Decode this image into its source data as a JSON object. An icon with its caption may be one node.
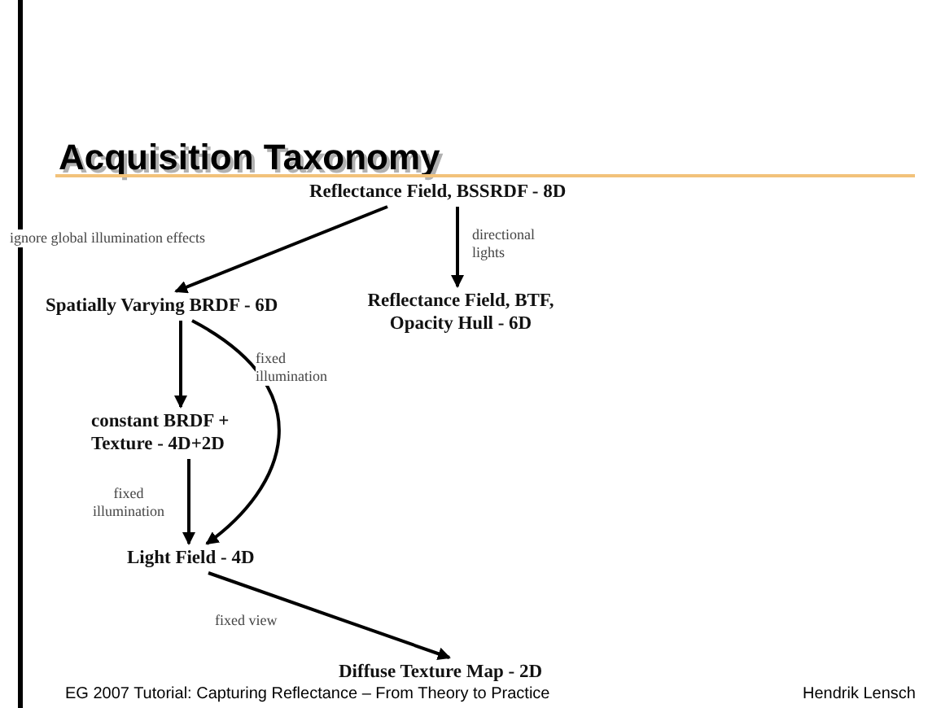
{
  "diagram": {
    "title": "Acquisition Taxonomy",
    "nodes": [
      {
        "text": [
          "Reflectance Field, BSSRDF - 8D"
        ]
      },
      {
        "text": [
          "Spatially Varying BRDF - 6D"
        ]
      },
      {
        "text": [
          "Reflectance Field, BTF, Opacity Hull - 6D"
        ]
      },
      {
        "text": [
          "constant BRDF + Texture - 4D+2D"
        ]
      },
      {
        "text": [
          "Light Field - 4D"
        ]
      },
      {
        "text": [
          "Diffuse Texture Map - 2D"
        ]
      }
    ],
    "edges": [
      {
        "from": 0,
        "to": 1,
        "arrow": "to",
        "label": "ignore global illumination effects"
      },
      {
        "from": 0,
        "to": 2,
        "arrow": "to",
        "label": "directional lights"
      },
      {
        "from": 1,
        "to": 3,
        "arrow": "to"
      },
      {
        "from": 1,
        "to": 4,
        "arrow": "to",
        "label": "fixed illumination"
      },
      {
        "from": 3,
        "to": 4,
        "arrow": "to",
        "label": "fixed illumination"
      },
      {
        "from": 4,
        "to": 5,
        "arrow": "to",
        "label": "fixed view"
      }
    ],
    "labels": [
      "EG 2007 Tutorial: Capturing Reflectance – From Theory to Practice",
      "Hendrik Lensch"
    ]
  }
}
